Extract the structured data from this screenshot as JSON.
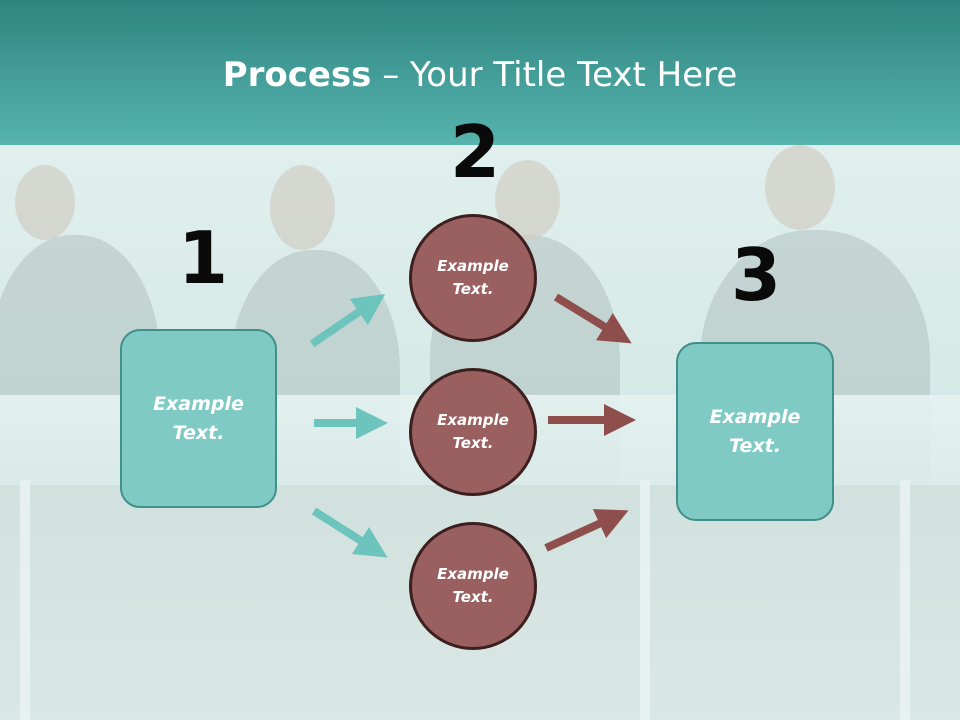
{
  "header": {
    "title_bold": "Process",
    "title_rest": " – Your Title Text Here",
    "background": "#4aa6a0"
  },
  "steps": {
    "number_1": "1",
    "number_2": "2",
    "number_3": "3"
  },
  "nodes": {
    "left_box": "Example Text.",
    "circle_top": "Example Text.",
    "circle_middle": "Example Text.",
    "circle_bottom": "Example Text.",
    "right_box": "Example Text."
  },
  "colors": {
    "teal_box": "#7fcac5",
    "teal_arrow": "#6cc4bd",
    "brown_circle": "#99605f",
    "brown_arrow": "#8e4e4c"
  }
}
